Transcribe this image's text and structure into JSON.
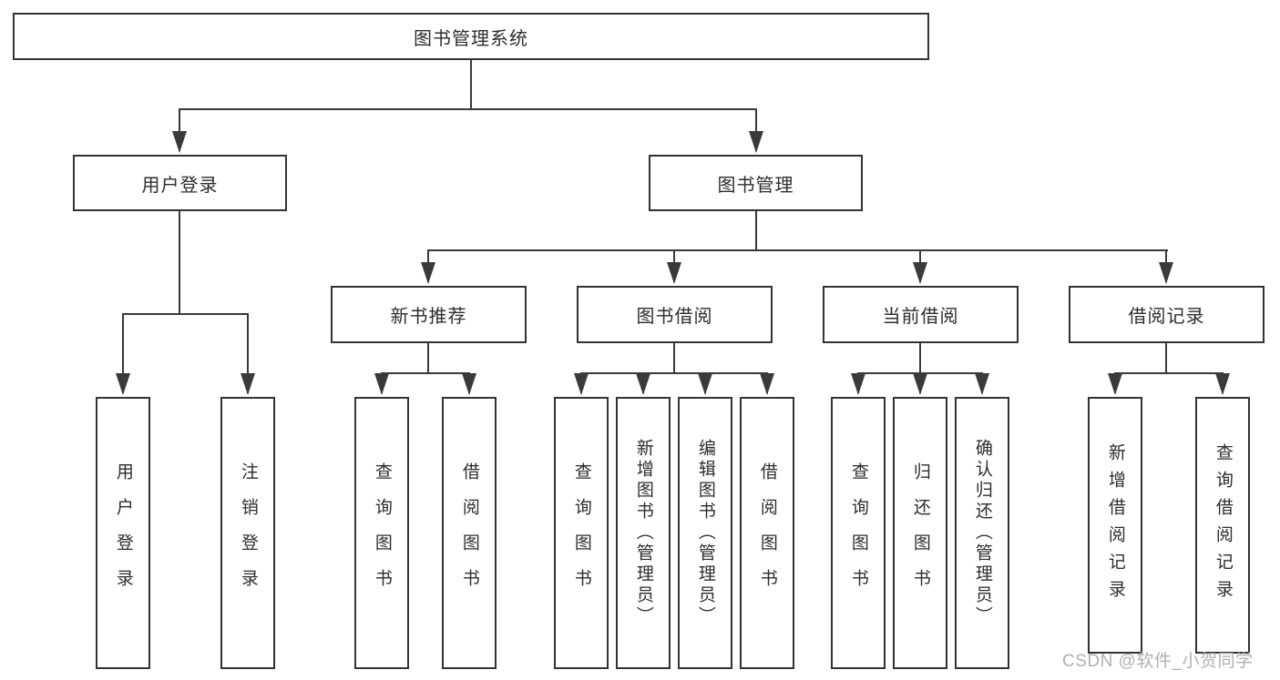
{
  "tree": {
    "label": "图书管理系统",
    "children": [
      {
        "label": "用户登录",
        "children": [
          {
            "label": "用户登录"
          },
          {
            "label": "注销登录"
          }
        ]
      },
      {
        "label": "图书管理",
        "children": [
          {
            "label": "新书推荐",
            "children": [
              {
                "label": "查询图书"
              },
              {
                "label": "借阅图书"
              }
            ]
          },
          {
            "label": "图书借阅",
            "children": [
              {
                "label": "查询图书"
              },
              {
                "label": "新增图书（管理员）"
              },
              {
                "label": "编辑图书（管理员）"
              },
              {
                "label": "借阅图书"
              }
            ]
          },
          {
            "label": "当前借阅",
            "children": [
              {
                "label": "查询图书"
              },
              {
                "label": "归还图书"
              },
              {
                "label": "确认归还（管理员）"
              }
            ]
          },
          {
            "label": "借阅记录",
            "children": [
              {
                "label": "新增借阅记录"
              },
              {
                "label": "查询借阅记录"
              }
            ]
          }
        ]
      }
    ]
  },
  "watermark": {
    "text": "CSDN @软件_小贺同学"
  },
  "colors": {
    "line": "#3a3a3a",
    "border": "#333333",
    "text": "#2d2d2d",
    "watermark": "#b0b0b0",
    "bg": "#ffffff"
  }
}
